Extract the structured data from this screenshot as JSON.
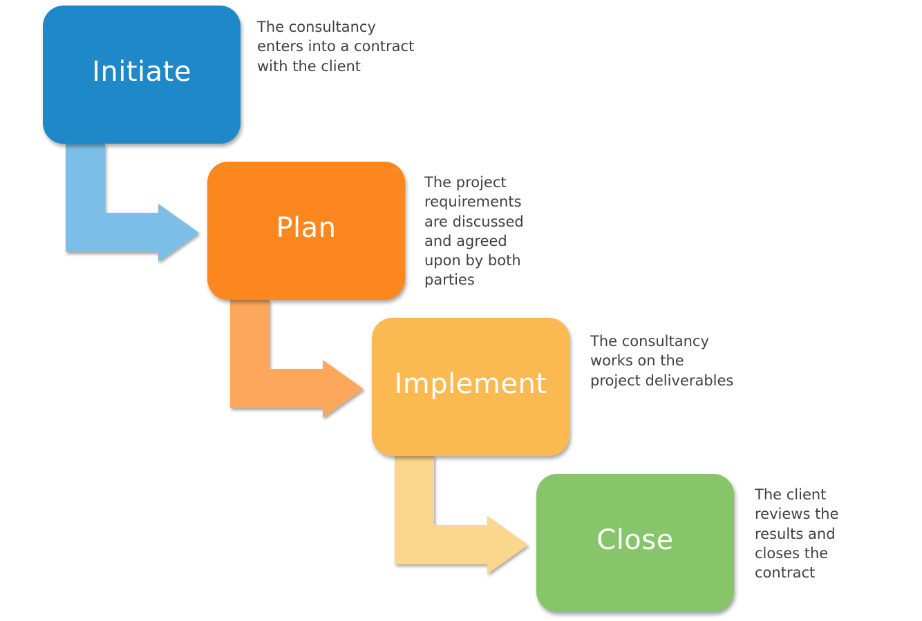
{
  "diagram": {
    "type": "stepped process flow",
    "stages": [
      {
        "id": "initiate",
        "label": "Initiate",
        "description": "The consultancy\nenters into a contract\nwith the client",
        "box_color": "#1F88C8",
        "arrow_color": "#7BBFE8"
      },
      {
        "id": "plan",
        "label": "Plan",
        "description": "The project\nrequirements\nare discussed\nand agreed\nupon by both\nparties",
        "box_color": "#FD871F",
        "arrow_color": "#FCA75B"
      },
      {
        "id": "implement",
        "label": "Implement",
        "description": "The consultancy\nworks on the\nproject deliverables",
        "box_color": "#FBB952",
        "arrow_color": "#FAD78C"
      },
      {
        "id": "close",
        "label": "Close",
        "description": "The client\nreviews the\nresults and\ncloses the\ncontract",
        "box_color": "#86C56A",
        "arrow_color": null
      }
    ],
    "connectors": [
      {
        "from": "initiate",
        "to": "plan"
      },
      {
        "from": "plan",
        "to": "implement"
      },
      {
        "from": "implement",
        "to": "close"
      }
    ]
  }
}
